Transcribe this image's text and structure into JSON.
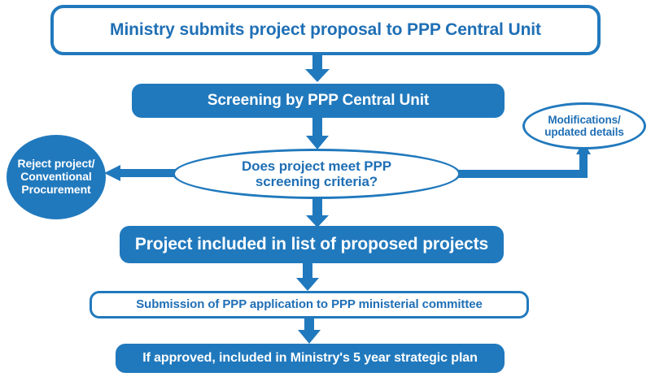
{
  "diagram": {
    "title": "PPP project screening and approval process flowchart",
    "colors": {
      "primary_fill": "#2179BD",
      "outline": "#2179BD",
      "outline_text": "#1F6FB5",
      "filled_text": "#FFFFFF",
      "background": "#FFFFFF"
    },
    "nodes": {
      "ministry_proposal": {
        "label": "Ministry submits project proposal to PPP Central Unit",
        "shape": "rounded-rectangle-outline"
      },
      "screening": {
        "label": "Screening by PPP Central Unit",
        "shape": "rounded-rectangle-filled"
      },
      "decision": {
        "label_line1": "Does project meet PPP",
        "label_line2": "screening criteria?",
        "shape": "ellipse-outline"
      },
      "reject": {
        "label_line1": "Reject project/",
        "label_line2": "Conventional",
        "label_line3": "Procurement",
        "shape": "circle-filled"
      },
      "modifications": {
        "label_line1": "Modifications/",
        "label_line2": "updated details",
        "shape": "ellipse-outline"
      },
      "proposed_list": {
        "label": "Project included in list of proposed projects",
        "shape": "rounded-rectangle-filled"
      },
      "submission": {
        "label": "Submission of PPP application to PPP ministerial committee",
        "shape": "rounded-rectangle-outline"
      },
      "approved": {
        "label": "If approved, included in Ministry's 5 year strategic plan",
        "shape": "rounded-rectangle-filled"
      }
    },
    "connectors": [
      {
        "name": "proposal-to-screening",
        "from": "ministry_proposal",
        "to": "screening",
        "direction": "down",
        "label": ""
      },
      {
        "name": "screening-to-decision",
        "from": "screening",
        "to": "decision",
        "direction": "down",
        "label": ""
      },
      {
        "name": "decision-to-reject",
        "from": "decision",
        "to": "reject",
        "direction": "left",
        "label": ""
      },
      {
        "name": "decision-to-modifications",
        "from": "decision",
        "to": "modifications",
        "direction": "right-then-up",
        "label": ""
      },
      {
        "name": "decision-to-proposed-list",
        "from": "decision",
        "to": "proposed_list",
        "direction": "down",
        "label": ""
      },
      {
        "name": "proposed-list-to-submission",
        "from": "proposed_list",
        "to": "submission",
        "direction": "down",
        "label": ""
      },
      {
        "name": "submission-to-approved",
        "from": "submission",
        "to": "approved",
        "direction": "down",
        "label": ""
      }
    ]
  }
}
